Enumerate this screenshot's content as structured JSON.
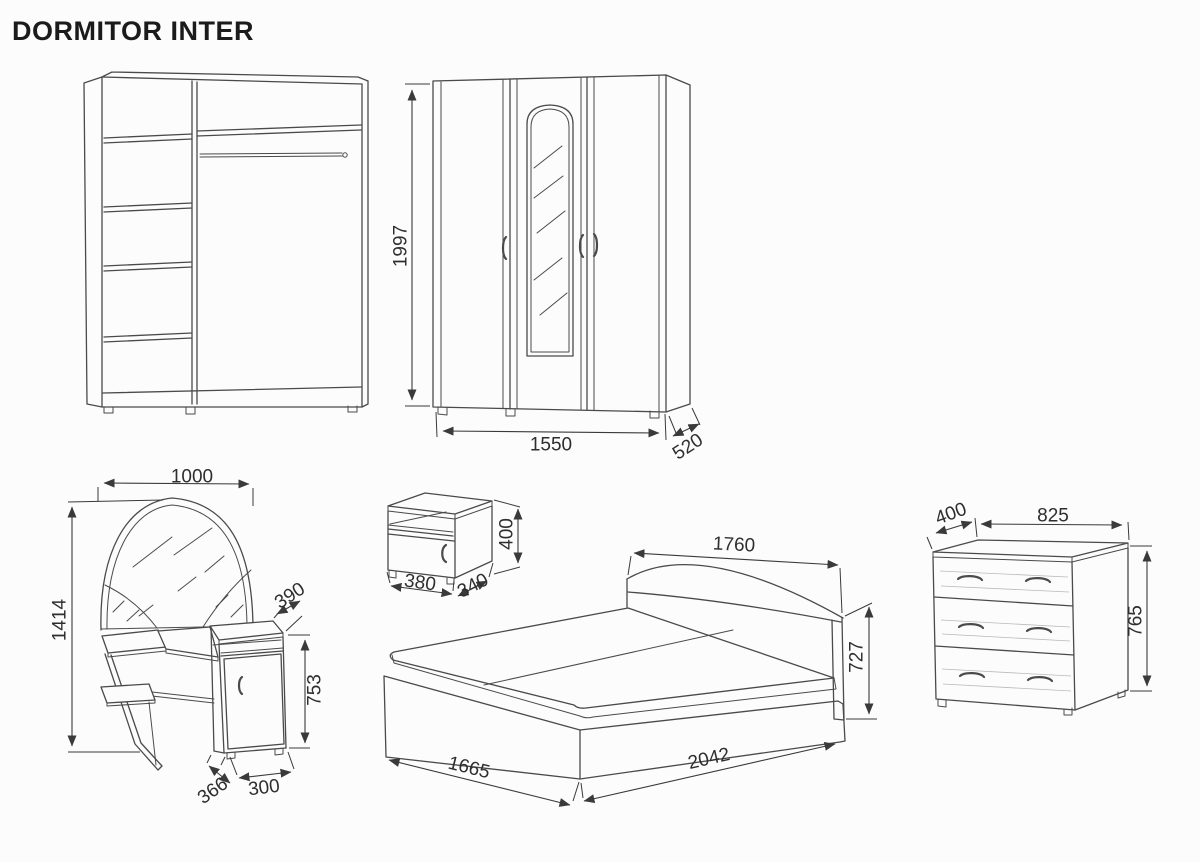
{
  "title": "DORMITOR INTER",
  "colors": {
    "background": "#fcfcfc",
    "line": "#4a4a4a",
    "dimension": "#3a3a3a",
    "label": "#2e2e2e",
    "title": "#1b1b1b"
  },
  "dims": {
    "wardrobe_height": "1997",
    "wardrobe_width": "1550",
    "wardrobe_depth": "520",
    "vanity_width": "1000",
    "vanity_height": "1414",
    "vanity_top_depth": "390",
    "vanity_cabinet_height": "753",
    "vanity_base_depth": "366",
    "vanity_cabinet_width": "300",
    "nightstand_width": "380",
    "nightstand_depth": "340",
    "nightstand_height": "400",
    "bed_headboard_width": "1760",
    "bed_height": "727",
    "bed_width": "1665",
    "bed_length": "2042",
    "chest_depth": "400",
    "chest_width": "825",
    "chest_height": "765"
  }
}
